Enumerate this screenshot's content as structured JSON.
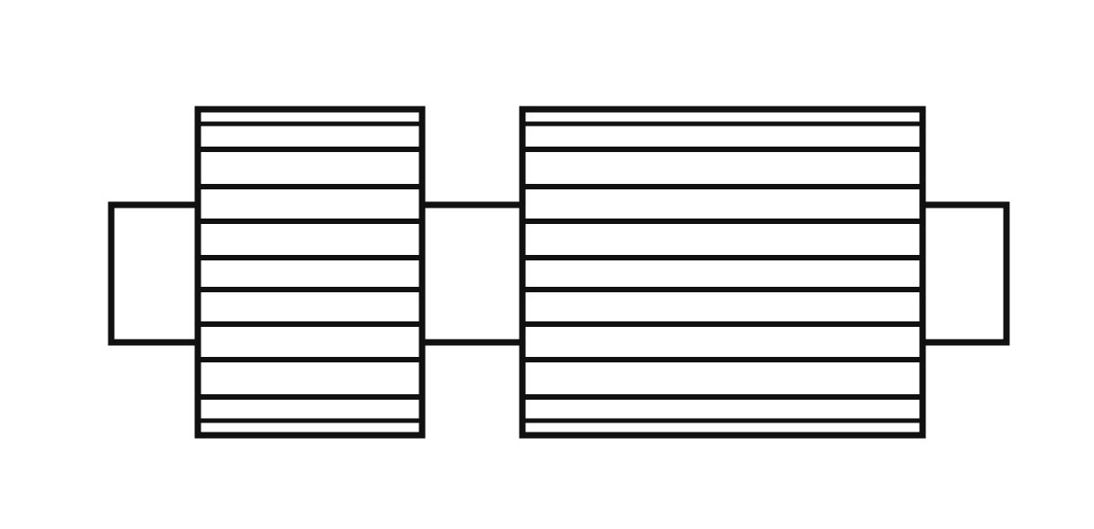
{
  "colors": {
    "background": "#ffffff",
    "stroke": "#111111"
  },
  "diagram": {
    "parts": [
      {
        "id": "left-shaft-stub",
        "kind": "shaft",
        "ridges": 0
      },
      {
        "id": "gear-small",
        "kind": "gear",
        "ridges": 12
      },
      {
        "id": "middle-shaft",
        "kind": "shaft",
        "ridges": 0
      },
      {
        "id": "gear-large",
        "kind": "gear",
        "ridges": 12
      },
      {
        "id": "right-shaft-stub",
        "kind": "shaft",
        "ridges": 0
      }
    ]
  }
}
